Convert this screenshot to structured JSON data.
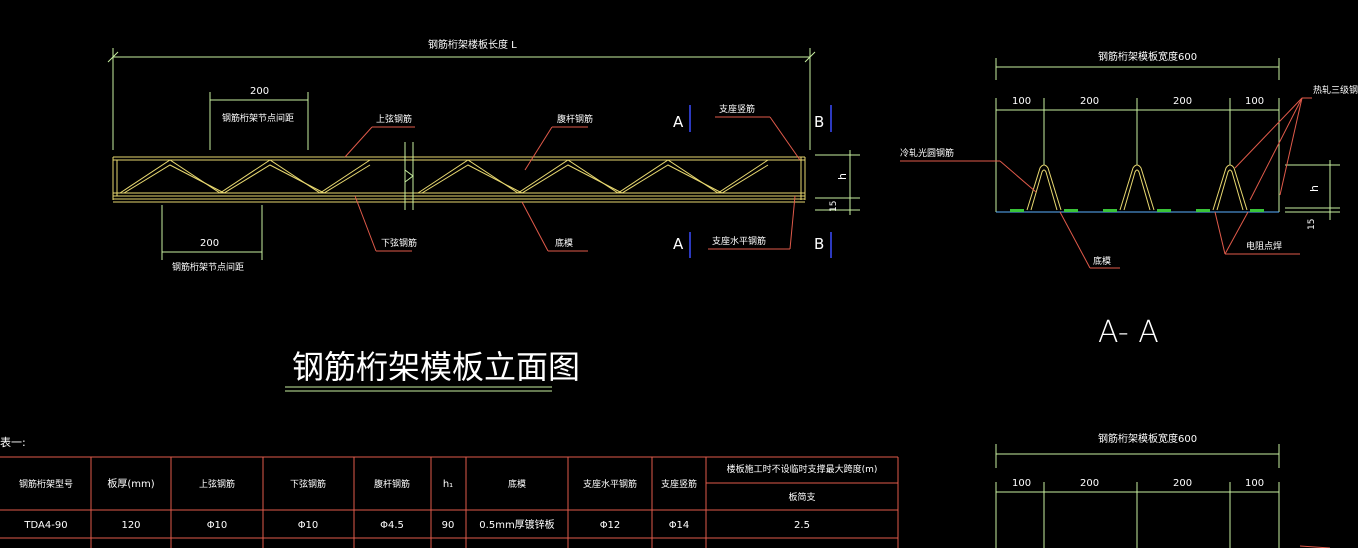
{
  "colors": {
    "background": "#000000",
    "dimension": "#c8f0a0",
    "truss": "#e8d870",
    "leader": "#e05a4a",
    "section_mark": "#3a4cff",
    "text": "#ffffff",
    "table_border": "#e05a4a",
    "bottom_plate_dots": "#39c439"
  },
  "elevation": {
    "length_label": "钢筋桁架楼板长度 L",
    "dim_top_200": "200",
    "dim_top_200_label": "钢筋桁架节点间距",
    "dim_bottom_200": "200",
    "dim_bottom_200_label": "钢筋桁架节点间距",
    "label_upper_bar": "上弦钢筋",
    "label_web_bar": "腹杆钢筋",
    "label_support_vertical": "支座竖筋",
    "label_lower_bar": "下弦钢筋",
    "label_bottom_plate": "底模",
    "label_support_horizontal": "支座水平钢筋",
    "section_a_top": "A",
    "section_a_bottom": "A",
    "section_b_top": "B",
    "section_b_bottom": "B",
    "dim_h": "h",
    "dim_15": "15",
    "title": "钢筋桁架模板立面图"
  },
  "section_aa": {
    "width_label": "钢筋桁架模板宽度600",
    "dims": [
      "100",
      "200",
      "200",
      "100"
    ],
    "label_cold_rolled": "冷轧光圆钢筋",
    "label_hot_rolled": "热轧三级钢",
    "label_bottom_plate": "底模",
    "label_spot_weld": "电阻点焊",
    "dim_h": "h",
    "dim_15": "15",
    "title": "A- A"
  },
  "section_bb": {
    "width_label": "钢筋桁架模板宽度600",
    "dims": [
      "100",
      "200",
      "200",
      "100"
    ]
  },
  "table": {
    "caption": "表一:",
    "headers": [
      "钢筋桁架型号",
      "板厚(mm)",
      "上弦钢筋",
      "下弦钢筋",
      "腹杆钢筋",
      "h₁",
      "底模",
      "支座水平钢筋",
      "支座竖筋"
    ],
    "span_header": "楼板施工时不设临时支撑最大跨度(m)",
    "span_subheader": "板简支",
    "rows": [
      [
        "TDA4-90",
        "120",
        "Φ10",
        "Φ10",
        "Φ4.5",
        "90",
        "0.5mm厚镀锌板",
        "Φ12",
        "Φ14",
        "2.5"
      ]
    ]
  }
}
